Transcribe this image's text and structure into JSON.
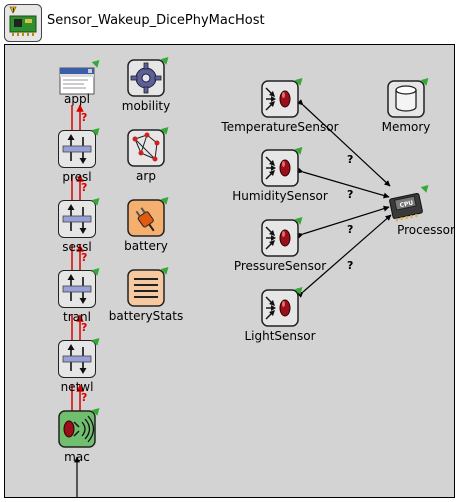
{
  "window": {
    "title": "Sensor_Wakeup_DicePhyMacHost"
  },
  "modules": {
    "appl": "appl",
    "presl": "presl",
    "sessl": "sessl",
    "tranl": "tranl",
    "netwl": "netwl",
    "mac": "mac",
    "mobility": "mobility",
    "arp": "arp",
    "battery": "battery",
    "batteryStats": "batteryStats",
    "temperatureSensor": "TemperatureSensor",
    "humiditySensor": "HumiditySensor",
    "pressureSensor": "PressureSensor",
    "lightSensor": "LightSensor",
    "memory": "Memory",
    "processor": "Processor"
  },
  "gate_marks": [
    "?",
    "?",
    "?",
    "?",
    "?",
    "?",
    "?",
    "?"
  ],
  "cpu_chip_label": "CPU",
  "colors": {
    "canvas": "#d3d3d3",
    "link_red": "#dd0000",
    "link_black": "#000000",
    "status_green": "#33aa33"
  },
  "icons": {
    "host": "host-icon",
    "appl": "window-app-icon",
    "layer": "updown-layer-icon",
    "mac": "wireless-nic-icon",
    "mobility": "gear-icon",
    "arp": "network-graph-icon",
    "battery": "plug-icon",
    "batteryStats": "list-icon",
    "sensor": "sensor-icon",
    "memory": "cylinder-icon",
    "processor": "cpu-icon"
  }
}
